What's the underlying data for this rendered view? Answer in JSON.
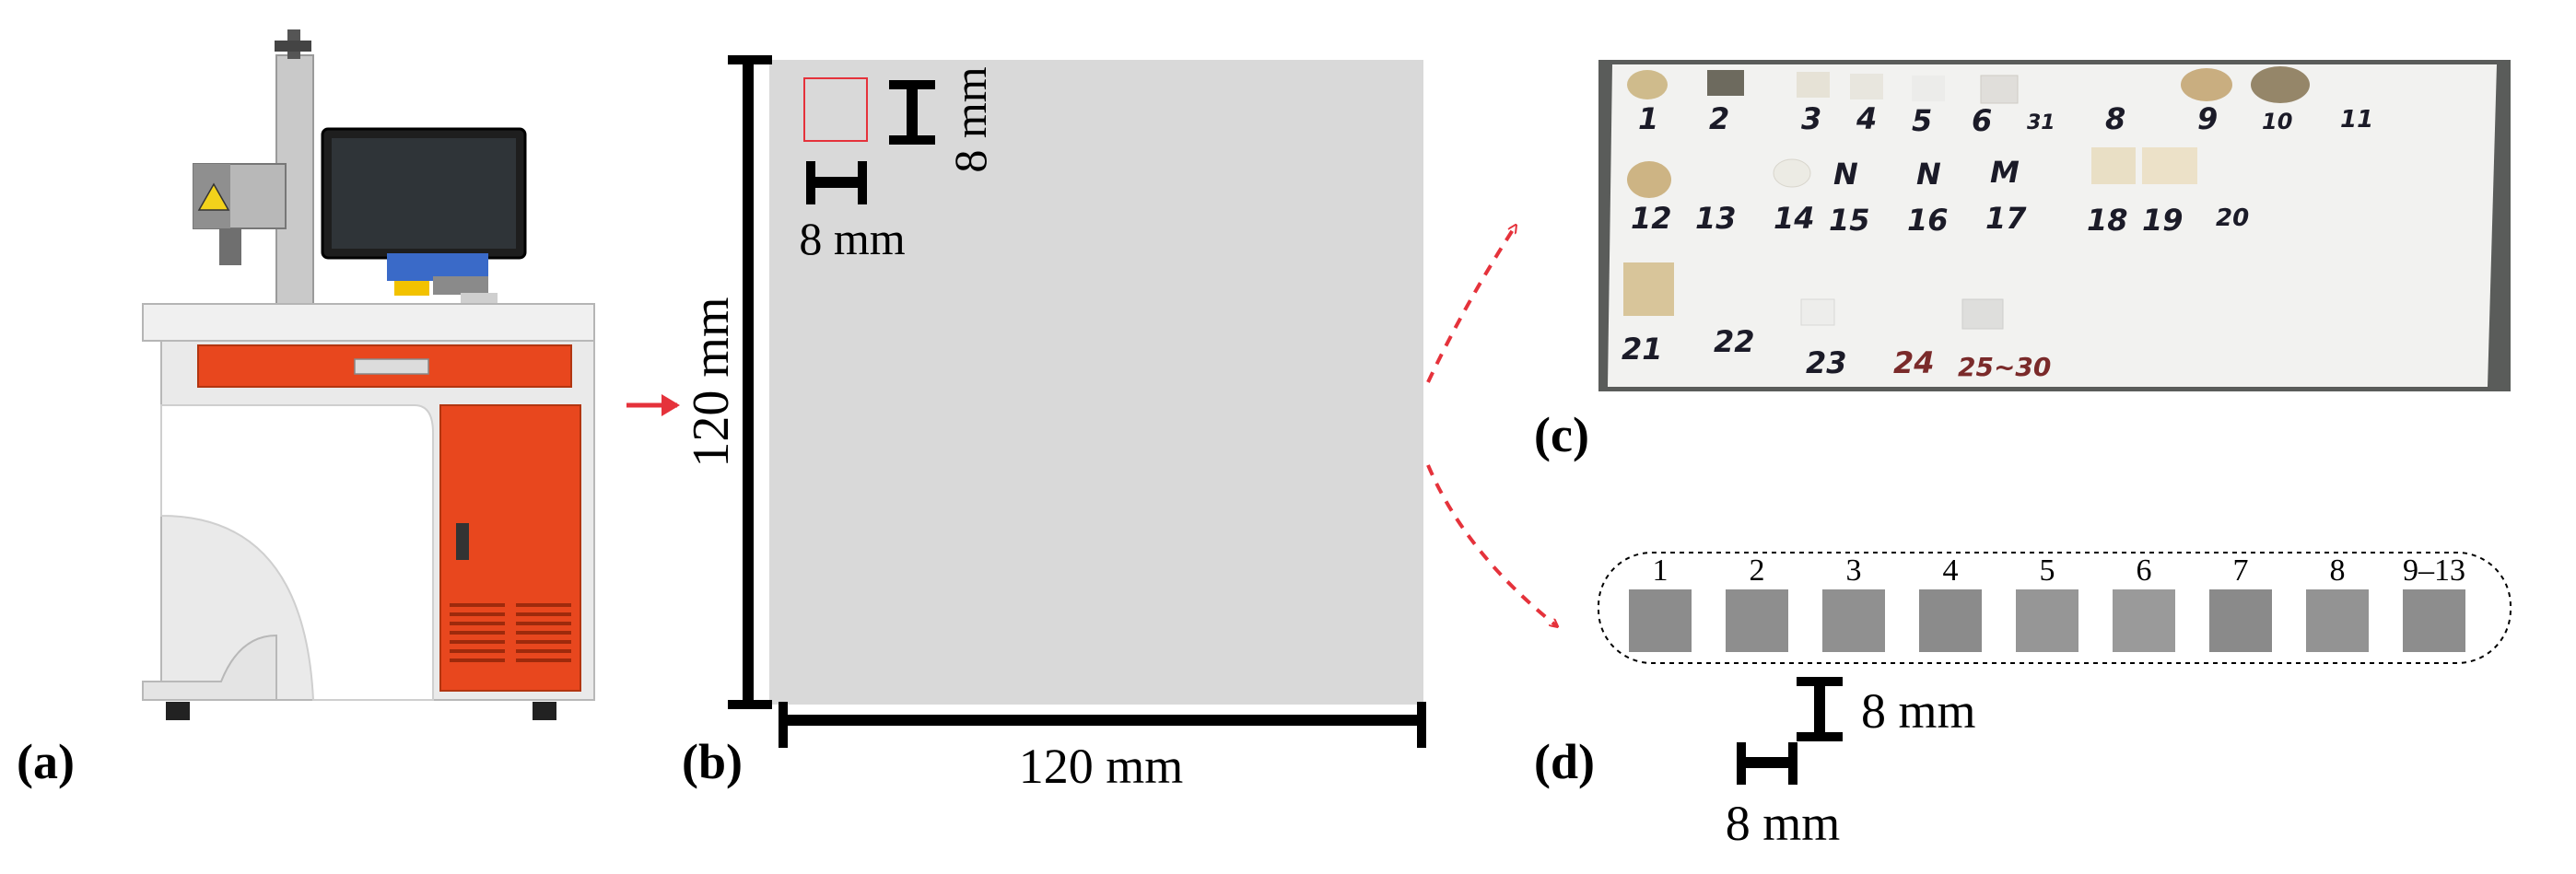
{
  "panels": {
    "a": {
      "label": "(a)"
    },
    "b": {
      "label": "(b)",
      "width_label": "120 mm",
      "height_label": "120 mm",
      "cell_width_label": "8 mm",
      "cell_height_label": "8 mm"
    },
    "c": {
      "label": "(c)",
      "sample_row1": [
        "1",
        "2",
        "3",
        "4",
        "5",
        "6",
        "31",
        "8",
        "9",
        "10",
        "11"
      ],
      "sample_row2": [
        "12",
        "13",
        "14",
        "15",
        "16",
        "17",
        "18",
        "19",
        "20"
      ],
      "sample_row2_marks": [
        "N",
        "N",
        "M"
      ],
      "sample_row3": [
        "21",
        "22",
        "23",
        "24",
        "25~30"
      ]
    },
    "d": {
      "label": "(d)",
      "samples": [
        "1",
        "2",
        "3",
        "4",
        "5",
        "6",
        "7",
        "8",
        "9–13"
      ],
      "cell_height_label": "8 mm",
      "cell_width_label": "8 mm"
    }
  },
  "colors": {
    "arrow": "#e5323b",
    "plate": "#d9d9d9",
    "sample_square": "#8c8c8c",
    "machine_orange": "#e8471e",
    "machine_body": "#eaeaea",
    "photo_board": "#f2f2f0"
  }
}
